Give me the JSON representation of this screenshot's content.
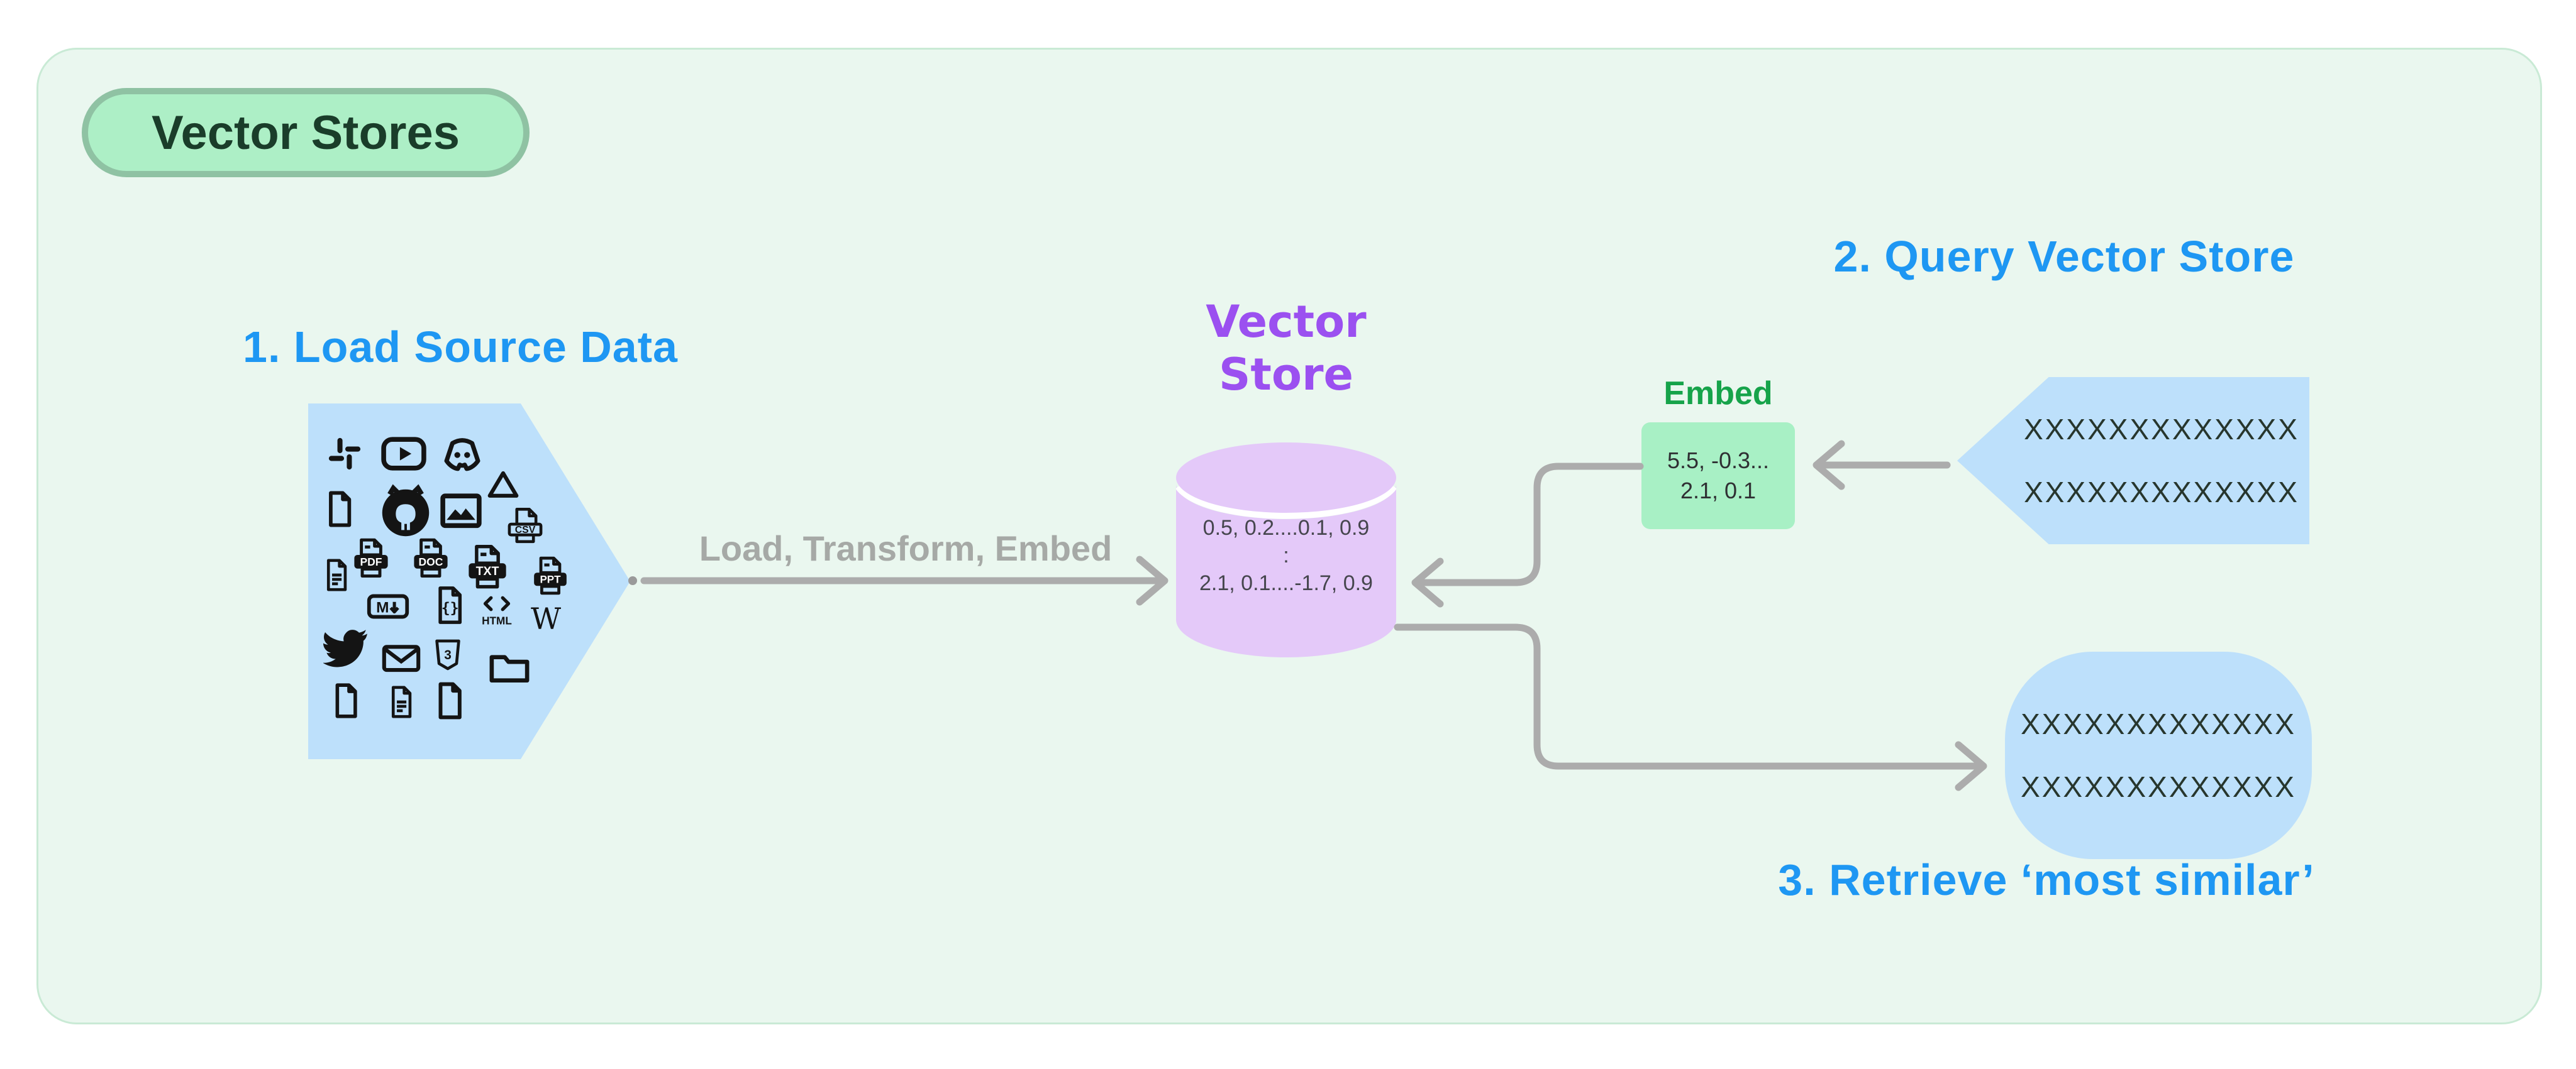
{
  "badge": {
    "label": "Vector Stores"
  },
  "steps": {
    "step1_title": "1. Load Source Data",
    "step2_title": "2. Query Vector Store",
    "step3_title": "3. Retrieve ‘most similar’"
  },
  "load_arrow": {
    "label": "Load, Transform, Embed"
  },
  "vector_store": {
    "title_line1": "Vector",
    "title_line2": "Store",
    "row1": "0.5, 0.2....0.1, 0.9",
    "row2": ":",
    "row3": "2.1, 0.1....-1.7, 0.9"
  },
  "embed": {
    "label": "Embed",
    "row1": "5.5, -0.3...",
    "row2": "2.1, 0.1"
  },
  "query_box": {
    "row1": "XXXXXXXXXXXXX",
    "row2": "XXXXXXXXXXXXX"
  },
  "result_box": {
    "row1": "XXXXXXXXXXXXX",
    "row2": "XXXXXXXXXXXXX"
  },
  "colors": {
    "panel_bg": "#EAF7EF",
    "heading_blue": "#1E97F3",
    "shape_blue": "#BDE0FB",
    "title_purple": "#9B50F0",
    "cylinder_purple": "#E4C9F9",
    "embed_green": "#16A34A",
    "embed_box_green": "#A8F0C5",
    "badge_green": "#ADEFC6",
    "arrow_gray": "#ACACAC"
  },
  "source_funnel": {
    "icons": [
      {
        "name": "slack-icon"
      },
      {
        "name": "youtube-icon"
      },
      {
        "name": "discord-icon"
      },
      {
        "name": "file-icon"
      },
      {
        "name": "github-icon"
      },
      {
        "name": "image-icon"
      },
      {
        "name": "google-drive-icon"
      },
      {
        "name": "csv-file-icon",
        "label": "CSV"
      },
      {
        "name": "file-lines-icon"
      },
      {
        "name": "pdf-file-icon",
        "label": "PDF"
      },
      {
        "name": "doc-file-icon",
        "label": "DOC"
      },
      {
        "name": "txt-file-icon",
        "label": "TXT"
      },
      {
        "name": "ppt-file-icon",
        "label": "PPT"
      },
      {
        "name": "markdown-icon",
        "label": "M"
      },
      {
        "name": "json-file-icon",
        "label": "{}"
      },
      {
        "name": "html-icon",
        "label": "HTML"
      },
      {
        "name": "wikipedia-icon",
        "label": "W"
      },
      {
        "name": "twitter-icon"
      },
      {
        "name": "mail-icon"
      },
      {
        "name": "css3-icon",
        "label": "3"
      },
      {
        "name": "folder-icon"
      },
      {
        "name": "file-icon"
      },
      {
        "name": "file-lines-icon"
      },
      {
        "name": "file-icon"
      }
    ]
  }
}
